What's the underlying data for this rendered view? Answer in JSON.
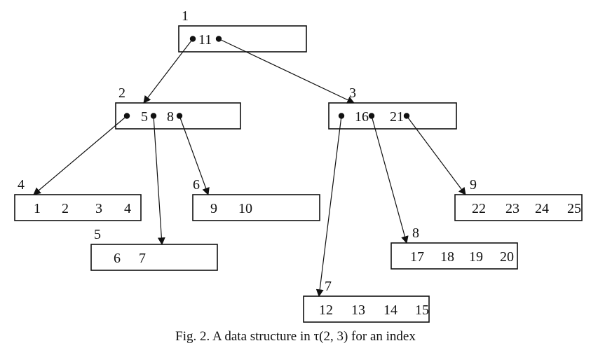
{
  "caption": "Fig. 2. A data structure in τ(2, 3) for an index",
  "nodes": [
    {
      "id": "1",
      "keys": [
        "11"
      ]
    },
    {
      "id": "2",
      "keys": [
        "5",
        "8"
      ]
    },
    {
      "id": "3",
      "keys": [
        "16",
        "21"
      ]
    },
    {
      "id": "4",
      "keys": [
        "1",
        "2",
        "3",
        "4"
      ]
    },
    {
      "id": "5",
      "keys": [
        "6",
        "7"
      ]
    },
    {
      "id": "6",
      "keys": [
        "9",
        "10"
      ]
    },
    {
      "id": "7",
      "keys": [
        "12",
        "13",
        "14",
        "15"
      ]
    },
    {
      "id": "8",
      "keys": [
        "17",
        "18",
        "19",
        "20"
      ]
    },
    {
      "id": "9",
      "keys": [
        "22",
        "23",
        "24",
        "25"
      ]
    }
  ],
  "edges": [
    {
      "from": "1",
      "to": "2"
    },
    {
      "from": "1",
      "to": "3"
    },
    {
      "from": "2",
      "to": "4"
    },
    {
      "from": "2",
      "to": "5"
    },
    {
      "from": "2",
      "to": "6"
    },
    {
      "from": "3",
      "to": "7"
    },
    {
      "from": "3",
      "to": "8"
    },
    {
      "from": "3",
      "to": "9"
    }
  ]
}
